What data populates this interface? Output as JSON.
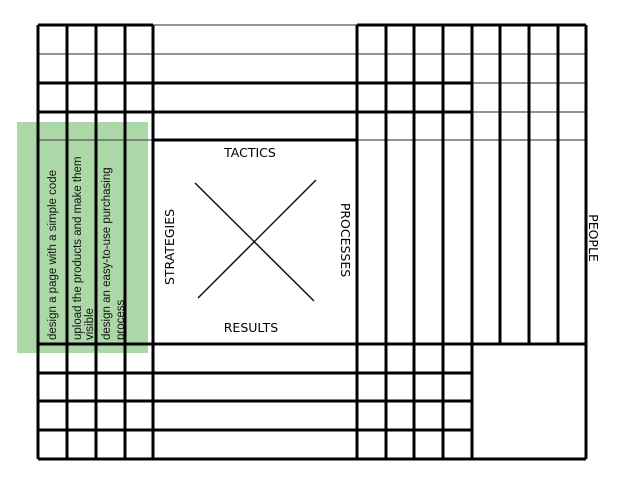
{
  "diagram": {
    "type": "framework-grid",
    "center": {
      "labels": {
        "top": "TACTICS",
        "bottom": "RESULTS",
        "left": "STRATEGIES",
        "right": "PROCESSES"
      }
    },
    "outer_label": "PEOPLE",
    "highlight": {
      "color": "#a8d5a2",
      "notes": [
        [
          "design a page with a simple code"
        ],
        [
          "upload the products and make them",
          "visible"
        ],
        [
          "design an easy-to-use purchasing",
          "process"
        ]
      ]
    },
    "line_color": "#000000",
    "thin_line_color": "#555555"
  }
}
